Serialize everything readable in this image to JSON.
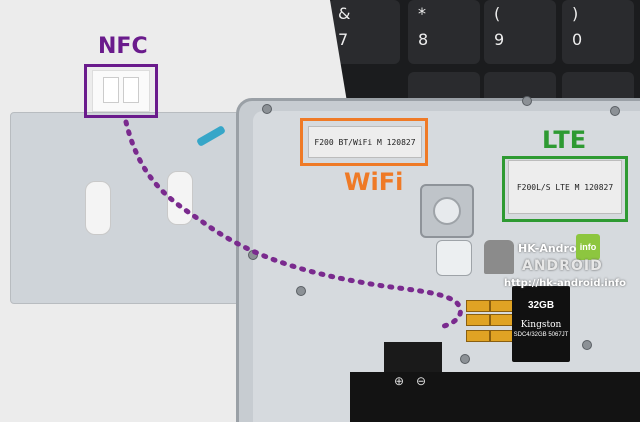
{
  "callouts": {
    "nfc": {
      "label": "NFC",
      "color": "#6a1b8c"
    },
    "wifi": {
      "label": "WiFi",
      "color": "#ef7a26"
    },
    "lte": {
      "label": "LTE",
      "color": "#2e9a32"
    }
  },
  "labels": {
    "wifi_sticker": "F200 BT/WiFi M 120827",
    "lte_sticker": "F200L/S LTE M 120827"
  },
  "keyboard": {
    "keys": [
      {
        "sym": "&",
        "num": "7"
      },
      {
        "sym": "*",
        "num": "8"
      },
      {
        "sym": "(",
        "num": "9"
      },
      {
        "sym": ")",
        "num": "0"
      }
    ]
  },
  "sdcard": {
    "capacity": "32GB",
    "brand": "Kingston",
    "model": "SDC4/32GB 5067JT"
  },
  "battery": {
    "plus": "⊕",
    "minus": "⊖"
  },
  "watermark": {
    "brand": "HK-Android",
    "badge": "info",
    "logo_text": "ANDROID",
    "url": "http://hk-android.info"
  },
  "connector_color": "#7a2a8e"
}
